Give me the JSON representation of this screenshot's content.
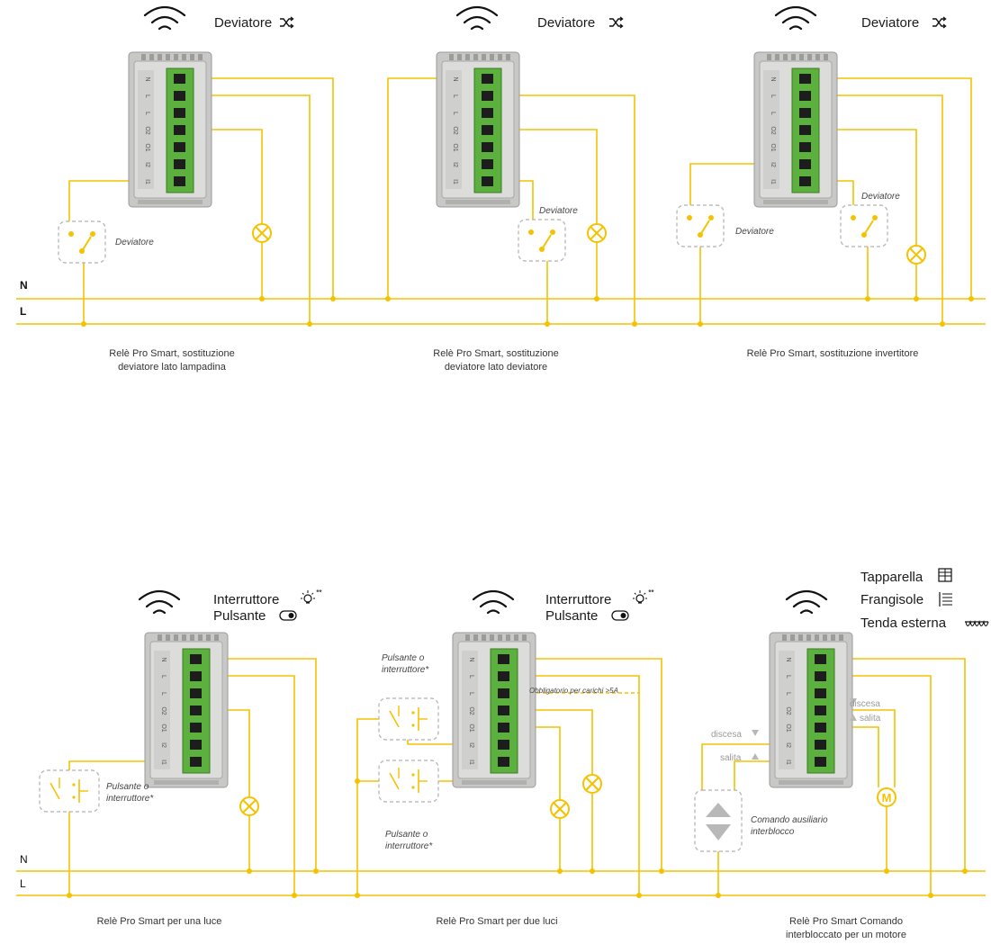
{
  "colors": {
    "wire": "#f5c200",
    "terminal_green": "#5cb03e",
    "module_gray": "#c8c8c6",
    "dashed_box": "#b0b0b0",
    "text": "#1a1a1a"
  },
  "icons": {
    "wifi": "wifi-icon",
    "shuffle": "shuffle-icon",
    "bulb": "bulb-icon",
    "toggle": "toggle-icon",
    "shutter": "shutter-icon",
    "blind": "blind-icon",
    "awning": "awning-icon",
    "lamp": "lamp-icon",
    "motor": "motor-icon"
  },
  "bus": {
    "neutral": "N",
    "line": "L"
  },
  "terminal_labels": [
    "N",
    "L",
    "L",
    "O2",
    "O1",
    "I2",
    "I1"
  ],
  "diagrams": [
    {
      "title": "Deviatore",
      "caption_1": "Relè Pro Smart, sostituzione",
      "caption_2": "deviatore lato lampadina",
      "switch_label": "Deviatore"
    },
    {
      "title": "Deviatore",
      "caption_1": "Relè Pro Smart, sostituzione",
      "caption_2": "deviatore lato deviatore",
      "switch_label": "Deviatore"
    },
    {
      "title": "Deviatore",
      "caption_1": "Relè Pro Smart, sostituzione invertitore",
      "caption_2": "",
      "switch_label_1": "Deviatore",
      "switch_label_2": "Deviatore"
    },
    {
      "title_1": "Interruttore",
      "title_2": "Pulsante",
      "stars": "**",
      "caption_1": "Relè Pro Smart per una luce",
      "button_label_1": "Pulsante o",
      "button_label_2": "interruttore*"
    },
    {
      "title_1": "Interruttore",
      "title_2": "Pulsante",
      "stars": "**",
      "caption_1": "Relè Pro Smart per due luci",
      "button_label_1": "Pulsante o",
      "button_label_2": "interruttore*",
      "note": "Obbligatorio per carichi >5A"
    },
    {
      "title_1": "Tapparella",
      "title_2": "Frangisole",
      "title_3": "Tenda esterna",
      "caption_1": "Relè Pro Smart Comando",
      "caption_2": "interbloccato per un motore",
      "down": "discesa",
      "up": "salita",
      "aux_1": "Comando ausiliario",
      "aux_2": "interblocco",
      "motor": "M"
    }
  ]
}
